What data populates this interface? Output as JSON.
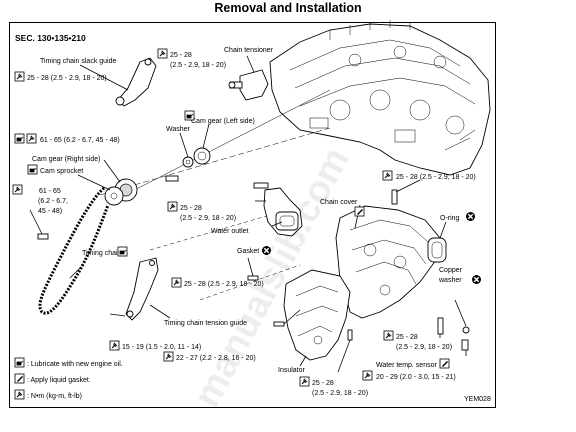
{
  "page_title": "Removal and Installation",
  "section": "SEC. 130•135•210",
  "labels": {
    "slack_guide": "Timing chain slack guide",
    "torque_slack_guide": "25 - 28 (2.5 - 2.9, 18 - 20)",
    "torque_tensioner_1": "25 - 28",
    "torque_tensioner_2": "(2.5 - 2.9, 18 - 20)",
    "chain_tensioner": "Chain tensioner",
    "cam_gear_left": "Cam gear (Left side)",
    "washer": "Washer",
    "torque_cam_1": "61 - 65 (6.2 - 6.7, 45 - 48)",
    "cam_gear_right": "Cam gear (Right side)",
    "cam_sprocket": "Cam sprocket",
    "torque_crank_1": "61 - 65",
    "torque_crank_2": "(6.2 - 6.7,",
    "torque_crank_3": "45 - 48)",
    "torque_outlet_1": "25 - 28",
    "torque_outlet_2": "(2.5 - 2.9, 18 - 20)",
    "water_outlet": "Water outlet",
    "gasket": "Gasket",
    "timing_chain": "Timing chain",
    "torque_cover_top": "25 - 28 (2.5 - 2.9, 18 - 20)",
    "chain_cover": "Chain cover",
    "o_ring": "O-ring",
    "copper_washer_1": "Copper",
    "copper_washer_2": "washer",
    "torque_lower_mid": "25 - 28 (2.5 - 2.9, 18 - 20)",
    "tension_guide": "Timing chain tension guide",
    "torque_guide_bolt": "15 - 19 (1.5 - 2.0, 11 - 14)",
    "torque_insulator": "22 - 27 (2.2 - 2.8, 16 - 20)",
    "insulator": "Insulator",
    "torque_sensor_1": "25 - 28",
    "torque_sensor_2": "(2.5 - 2.9, 18 - 20)",
    "water_temp_sensor": "Water temp. sensor",
    "torque_sensor_nut": "20 - 29 (2.0 - 3.0, 15 - 21)",
    "torque_bottom_1": "25 - 28",
    "torque_bottom_2": "(2.5 - 2.9, 18 - 20)",
    "figure_code": "YEM028"
  },
  "legend": {
    "lubricate": ": Lubricate with new engine oil.",
    "liquid_gasket": ": Apply liquid gasket.",
    "torque_units": ": N•m (kg-m, ft-lb)"
  },
  "watermark": "manualslib.com",
  "icons": [
    "torque-wrench-icon",
    "oil-can-icon",
    "liquid-gasket-icon",
    "do-not-reuse-icon"
  ]
}
